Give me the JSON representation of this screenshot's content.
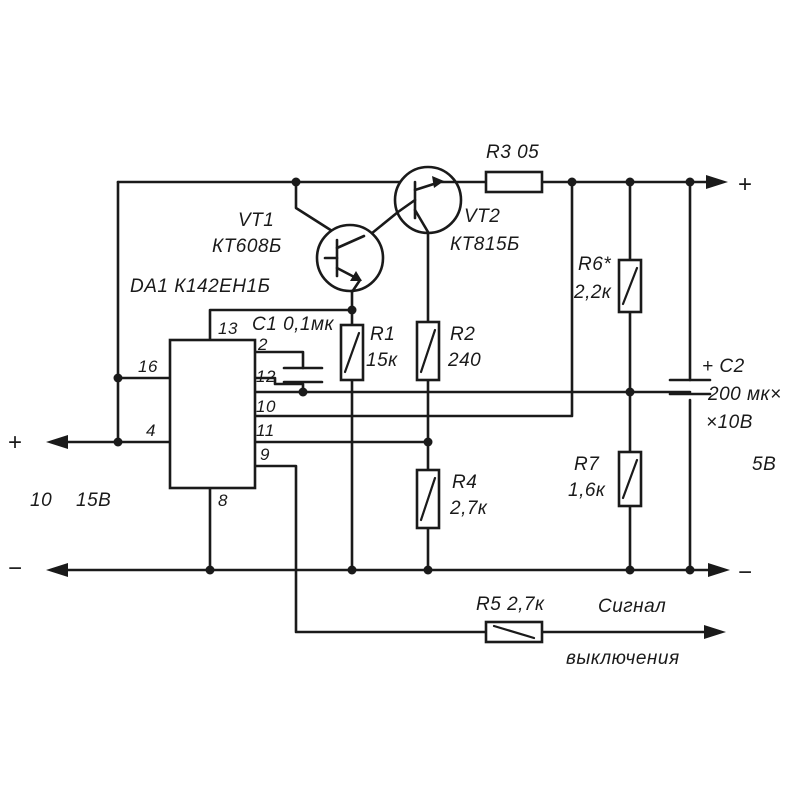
{
  "components": {
    "vt1": {
      "ref": "VT1",
      "type": "КТ608Б"
    },
    "vt2": {
      "ref": "VT2",
      "type": "КТ815Б"
    },
    "da1": {
      "label": "DA1 К142ЕН1Б"
    },
    "r1": {
      "ref": "R1",
      "value": "15к"
    },
    "r2": {
      "ref": "R2",
      "value": "240"
    },
    "r3": {
      "label": "R3 05"
    },
    "r4": {
      "ref": "R4",
      "value": "2,7к"
    },
    "r5": {
      "label": "R5 2,7к"
    },
    "r6": {
      "ref": "R6*",
      "value": "2,2к"
    },
    "r7": {
      "ref": "R7",
      "value": "1,6к"
    },
    "c1": {
      "label": "C1 0,1мк"
    },
    "c2": {
      "ref": "+ C2",
      "value1": "200 мк×",
      "value2": "×10В"
    }
  },
  "pins": {
    "p13": "13",
    "p2": "2",
    "p16": "16",
    "p12": "12",
    "p10": "10",
    "p4": "4",
    "p11": "11",
    "p9": "9",
    "p8": "8"
  },
  "terminals": {
    "input_plus": "+",
    "input_minus": "−",
    "output_plus": "+",
    "output_minus": "−",
    "input_voltage_a": "10",
    "input_voltage_b": "15В",
    "output_voltage": "5В",
    "signal_line1": "Сигнал",
    "signal_line2": "выключения"
  }
}
